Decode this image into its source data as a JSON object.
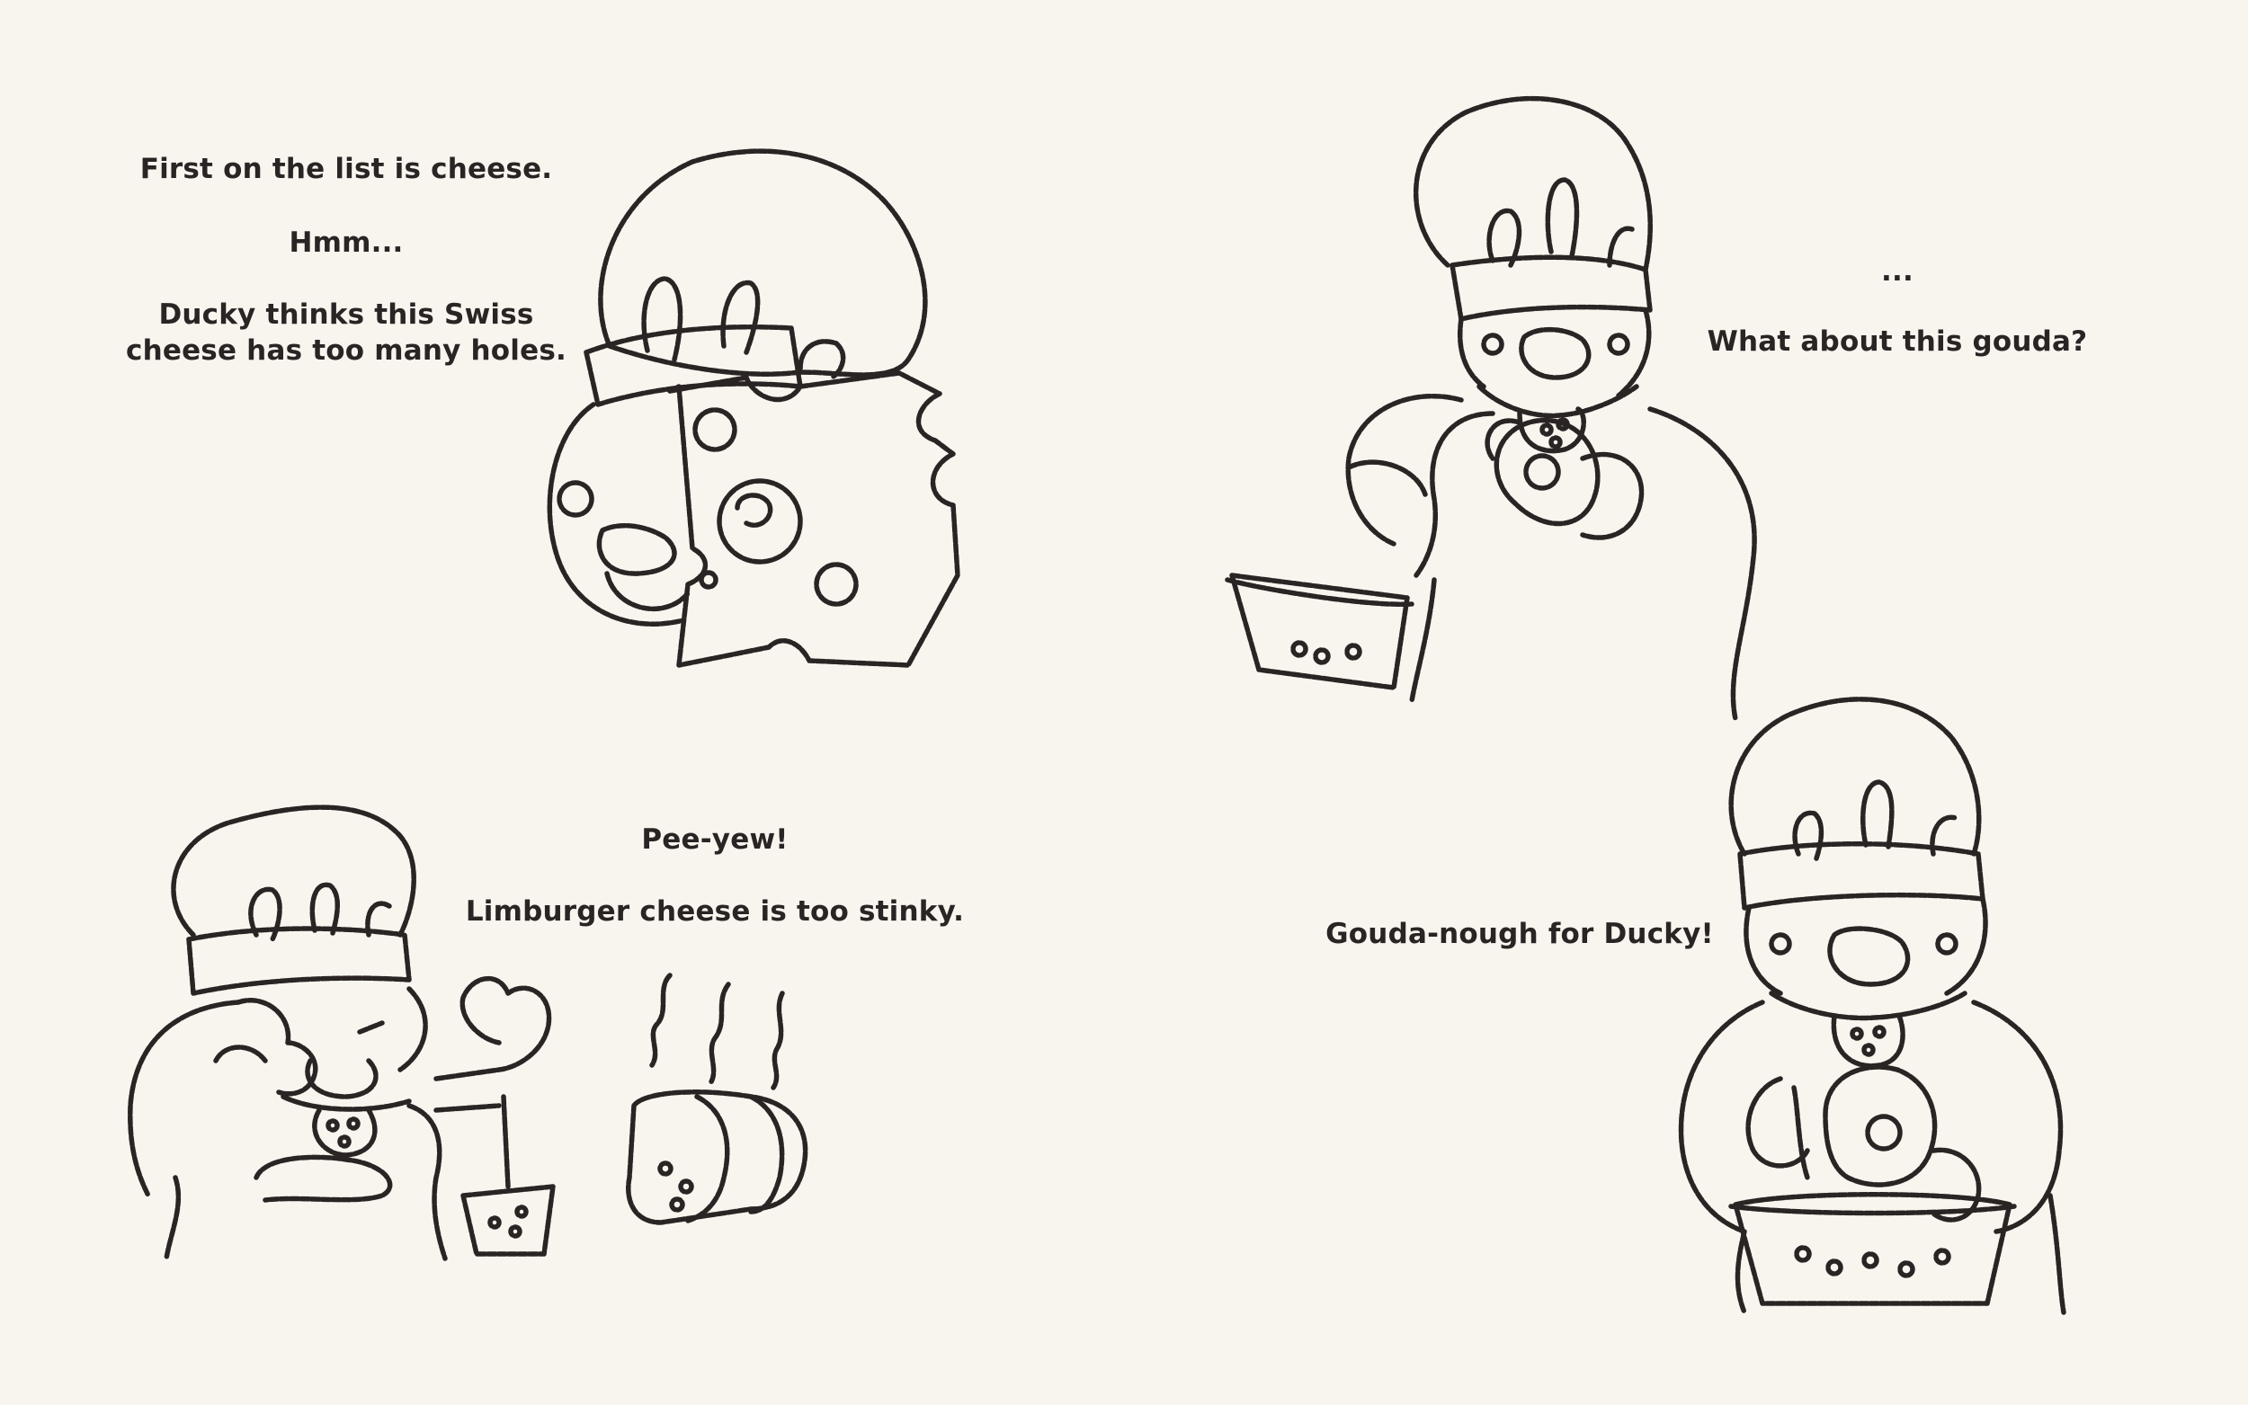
{
  "panel1": {
    "line1": "First on the list is cheese.",
    "line2": "Hmm...",
    "line3a": "Ducky thinks this Swiss",
    "line3b": "cheese has too many holes."
  },
  "panel2": {
    "line1": "...",
    "line2": "What about this gouda?"
  },
  "panel3": {
    "line1": "Pee-yew!",
    "line2": "Limburger cheese is too stinky."
  },
  "panel4": {
    "line1": "Gouda-nough for Ducky!"
  },
  "colors": {
    "background": "#f8f5ef",
    "ink": "#2a2424"
  },
  "illustrations": {
    "panel1": "ducky-holding-swiss-cheese",
    "panel2": "ducky-with-basket-holding-gouda",
    "panel3": "ducky-pinching-nose-limburger",
    "panel4": "ducky-with-gouda-in-basket"
  }
}
